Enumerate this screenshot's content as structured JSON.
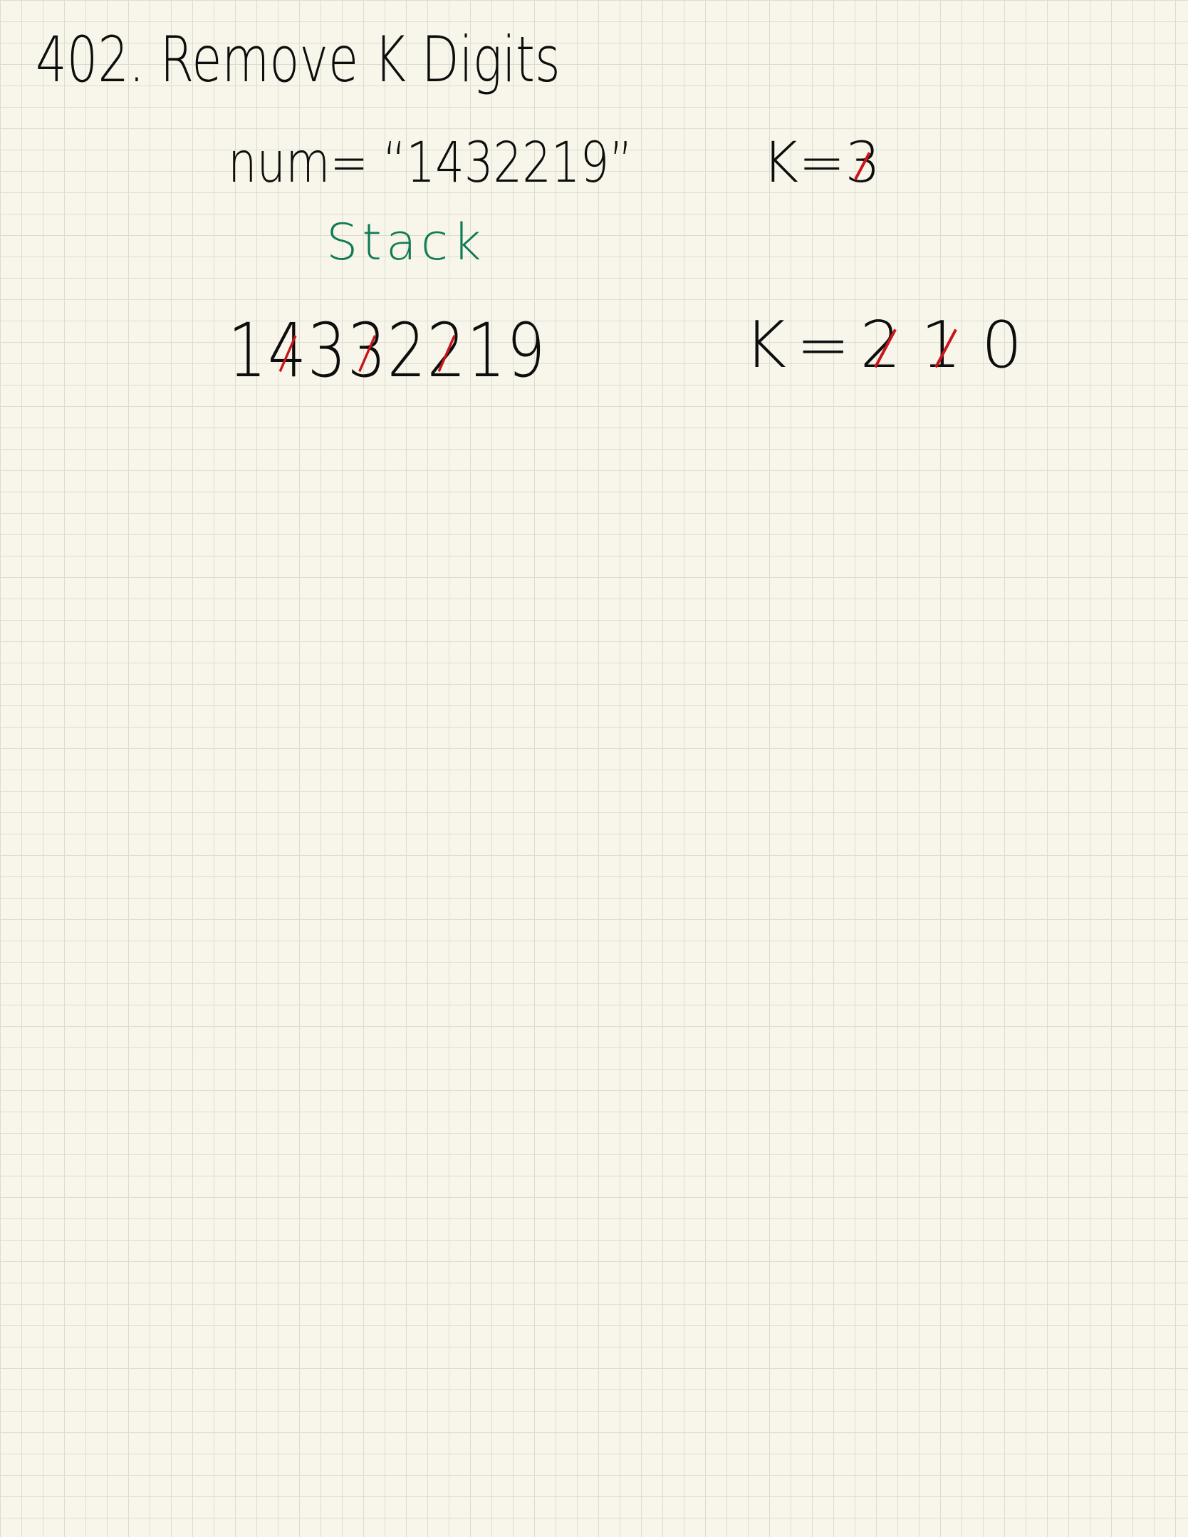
{
  "note": {
    "title": "402. Remove K Digits",
    "num_line": "num= “1432219”",
    "k_initial": {
      "prefix": "K=",
      "value": "3",
      "struck": true
    },
    "section_label": "Stack",
    "trace": {
      "digits": [
        {
          "d": "1",
          "struck": false
        },
        {
          "d": "4",
          "struck": true
        },
        {
          "d": "3",
          "struck": false
        },
        {
          "d": "3",
          "struck": true
        },
        {
          "d": "2",
          "struck": false
        },
        {
          "d": "2",
          "struck": true
        },
        {
          "d": "1",
          "struck": false
        },
        {
          "d": "9",
          "struck": false
        }
      ],
      "k_prefix": "K=",
      "k_values": [
        {
          "v": "2",
          "struck": true
        },
        {
          "v": "1",
          "struck": true
        },
        {
          "v": "0",
          "struck": false
        }
      ]
    }
  },
  "colors": {
    "paper": "#f8f6ea",
    "grid": "#dcdcd0",
    "ink": "#0d0d0d",
    "strike": "#c8141b",
    "label_green": "#107a56"
  }
}
